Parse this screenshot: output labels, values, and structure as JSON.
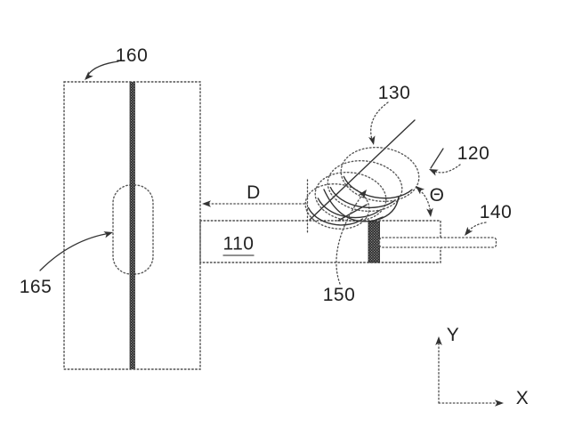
{
  "figure": {
    "type": "patent-technical-diagram",
    "labels": {
      "ref_160": "160",
      "ref_165": "165",
      "ref_110": "110",
      "ref_130": "130",
      "ref_120": "120",
      "ref_140": "140",
      "ref_150": "150",
      "dim_distance": "D",
      "angle_theta": "Θ",
      "axis_y": "Y",
      "axis_x": "X"
    },
    "colors": {
      "solid_line": "#333333",
      "phantom_line": "#4d4d4d",
      "dark_fill": "#1e1e1e",
      "background": "#ffffff"
    }
  }
}
